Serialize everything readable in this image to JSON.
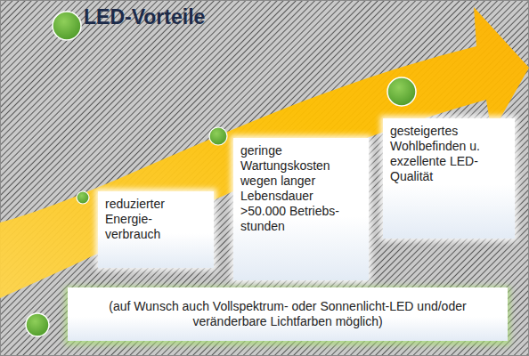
{
  "diagram": {
    "title": "LED-Vorteile",
    "nodes": [
      {
        "text": [
          "reduzierter Energie- verbrauch"
        ]
      },
      {
        "text": [
          "geringe Wartungskosten wegen langer Lebensdauer >50.000 Betriebs- stunden"
        ]
      },
      {
        "text": [
          "gesteigertes Wohlbefinden u. exzellente LED- Qualität"
        ]
      },
      {
        "text": [
          "(auf Wunsch auch Vollspektrum- oder Sonnenlicht-LED und/oder veränderbare Lichtfarben möglich)"
        ]
      }
    ]
  }
}
